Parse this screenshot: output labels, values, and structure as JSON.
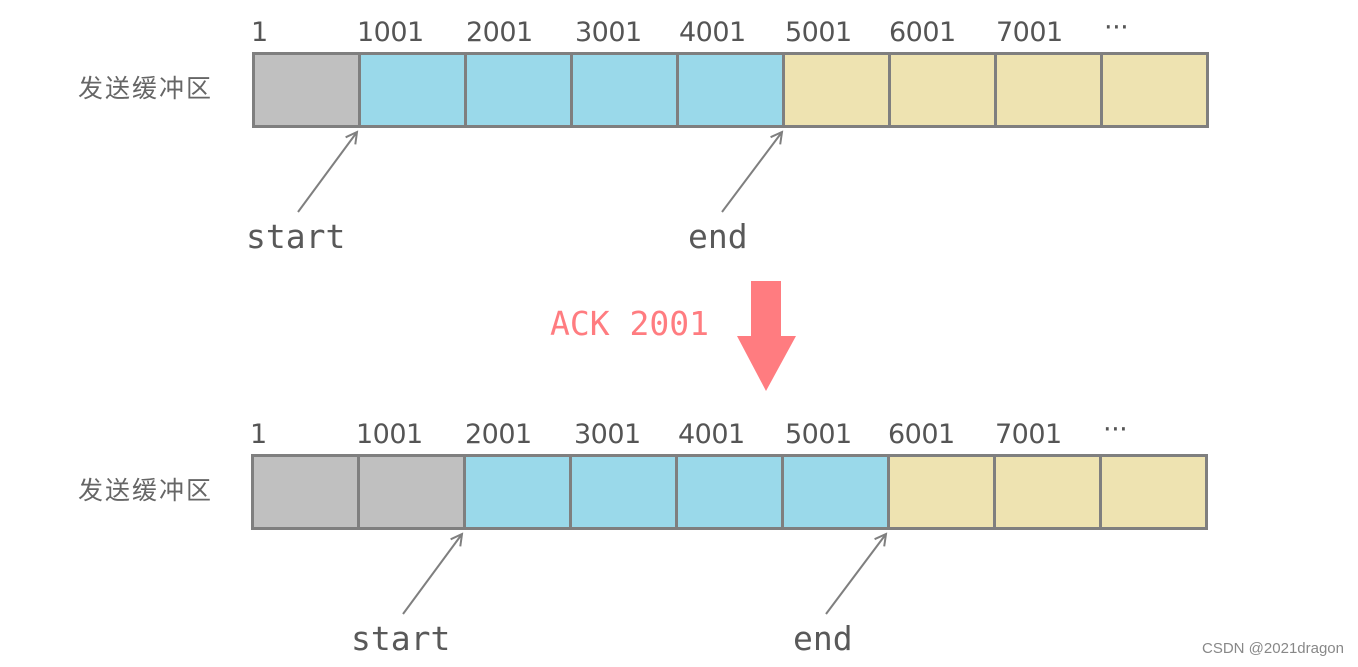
{
  "colors": {
    "sent": "#c0c0c0",
    "window": "#9ad9ea",
    "pending": "#eee3b1",
    "border": "#7f7f7f",
    "ack_arrow": "#ff7c80"
  },
  "before": {
    "row_label": "发送缓冲区",
    "segments": [
      "1",
      "1001",
      "2001",
      "3001",
      "4001",
      "5001",
      "6001",
      "7001",
      "···"
    ],
    "cells": [
      "sent",
      "window",
      "window",
      "window",
      "window",
      "pending",
      "pending",
      "pending",
      "pending"
    ],
    "start_label": "start",
    "end_label": "end"
  },
  "transition": {
    "label": "ACK 2001"
  },
  "after": {
    "row_label": "发送缓冲区",
    "segments": [
      "1",
      "1001",
      "2001",
      "3001",
      "4001",
      "5001",
      "6001",
      "7001",
      "···"
    ],
    "cells": [
      "sent",
      "sent",
      "window",
      "window",
      "window",
      "window",
      "pending",
      "pending",
      "pending"
    ],
    "start_label": "start",
    "end_label": "end"
  },
  "watermark": "CSDN @2021dragon"
}
